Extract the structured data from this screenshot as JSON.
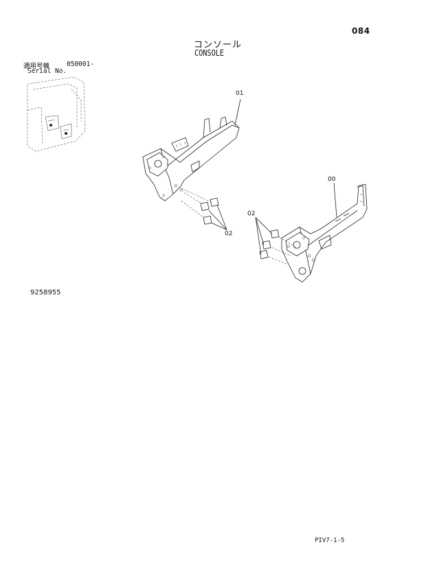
{
  "header": {
    "page_number": "084",
    "title_jp": "コンソール",
    "title_en": "CONSOLE"
  },
  "serial": {
    "label_jp": "適用号機",
    "code": "050001-",
    "label_en": "Serial No."
  },
  "callouts": {
    "part_01": "01",
    "part_00": "00",
    "part_02_left": "02",
    "part_02_right": "02"
  },
  "drawing_number": "9258955",
  "footer_code": "PIV7-1-5"
}
